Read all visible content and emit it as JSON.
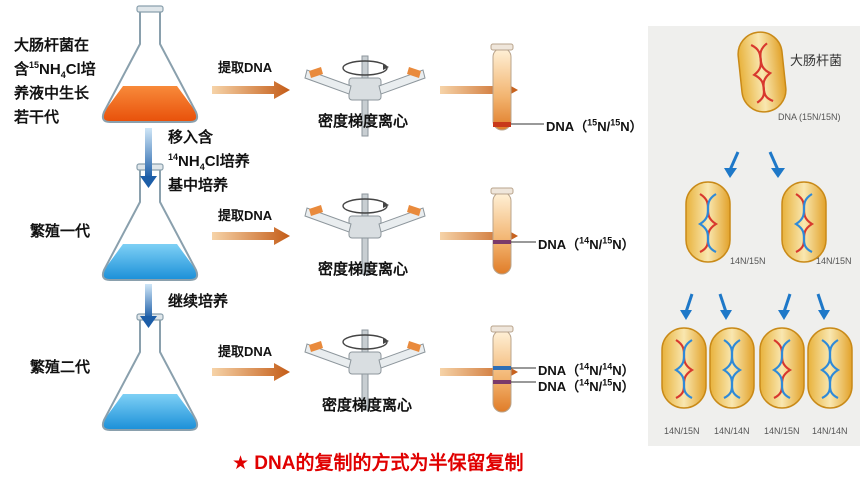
{
  "rows": [
    {
      "line1": "大肠杆菌在",
      "line2a": "含",
      "line2_sup": "15",
      "line2b": "NH",
      "line2_sub": "4",
      "line2c": "Cl培",
      "line3": "养液中生长",
      "line4": "若干代"
    },
    {
      "label": "繁殖一代"
    },
    {
      "label": "繁殖二代"
    }
  ],
  "transfer1": {
    "line1": "移入含",
    "line2_sup": "14",
    "line2a": "NH",
    "line2_sub": "4",
    "line2b": "Cl培养",
    "line3": "基中培养"
  },
  "transfer2": {
    "label": "继续培养"
  },
  "extract_label": "提取DNA",
  "centrifuge_label": "密度梯度离心",
  "dna_bands": {
    "row1": {
      "pre": "DNA（",
      "s1": "15",
      "m": "N/",
      "s2": "15",
      "post": "N）"
    },
    "row2": {
      "pre": "DNA（",
      "s1": "14",
      "m": "N/",
      "s2": "15",
      "post": "N）"
    },
    "row3a": {
      "pre": "DNA（",
      "s1": "14",
      "m": "N/",
      "s2": "14",
      "post": "N）"
    },
    "row3b": {
      "pre": "DNA（",
      "s1": "14",
      "m": "N/",
      "s2": "15",
      "post": "N）"
    }
  },
  "panel": {
    "top_label": "大肠杆菌",
    "top_dna": "DNA (15N/15N)",
    "gen1": [
      "14N/15N",
      "14N/15N"
    ],
    "gen2": [
      "14N/15N",
      "14N/14N",
      "14N/15N",
      "14N/14N"
    ]
  },
  "conclusion": "★  DNA的复制的方式为半保留复制",
  "colors": {
    "medium15": "#ee5a16",
    "medium14": "#2aa3e6",
    "title": "#e00000",
    "arrow": "#c9661f"
  }
}
